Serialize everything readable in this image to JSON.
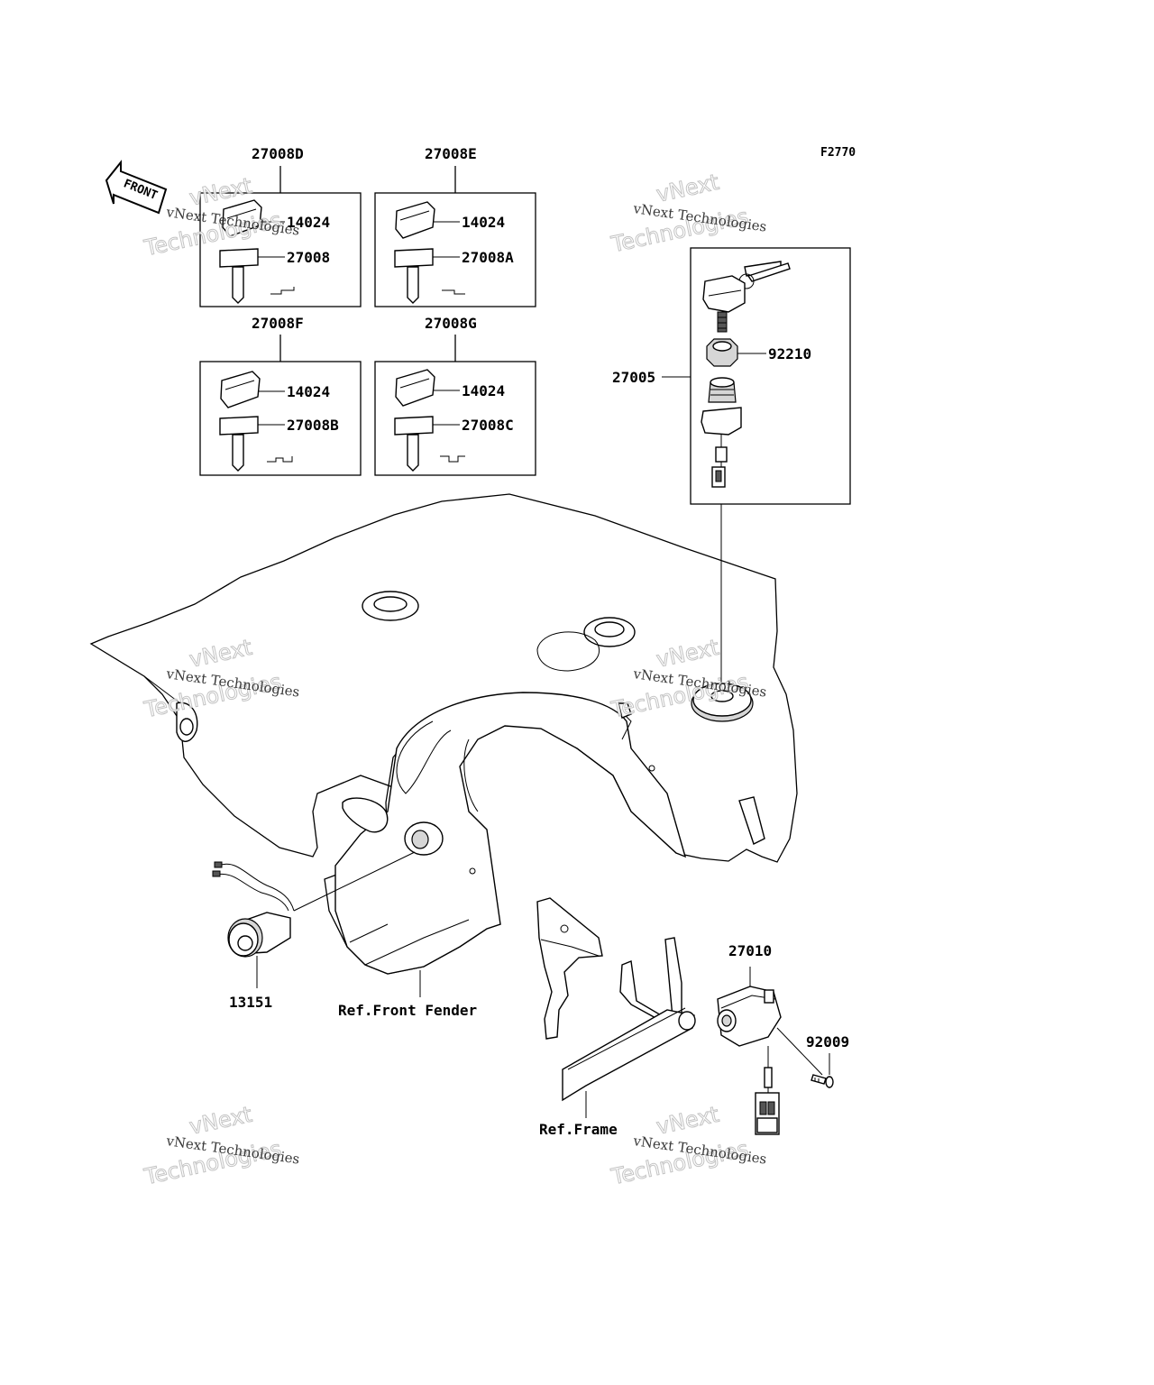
{
  "figure": {
    "code": "F2770",
    "front_label": "FRONT"
  },
  "key_sets": [
    {
      "set": "27008D",
      "cap": "14024",
      "key": "27008"
    },
    {
      "set": "27008E",
      "cap": "14024",
      "key": "27008A"
    },
    {
      "set": "27008F",
      "cap": "14024",
      "key": "27008B"
    },
    {
      "set": "27008G",
      "cap": "14024",
      "key": "27008C"
    }
  ],
  "ignition_switch": {
    "part": "27005",
    "nut": "92210"
  },
  "parts": {
    "lock": "13151",
    "sensor": "27010",
    "bolt": "92009"
  },
  "references": {
    "front_fender": "Ref.Front Fender",
    "frame": "Ref.Frame"
  },
  "watermark": {
    "line1": "vNext Technologies",
    "line2": "vNext",
    "line3": "Technologies"
  }
}
